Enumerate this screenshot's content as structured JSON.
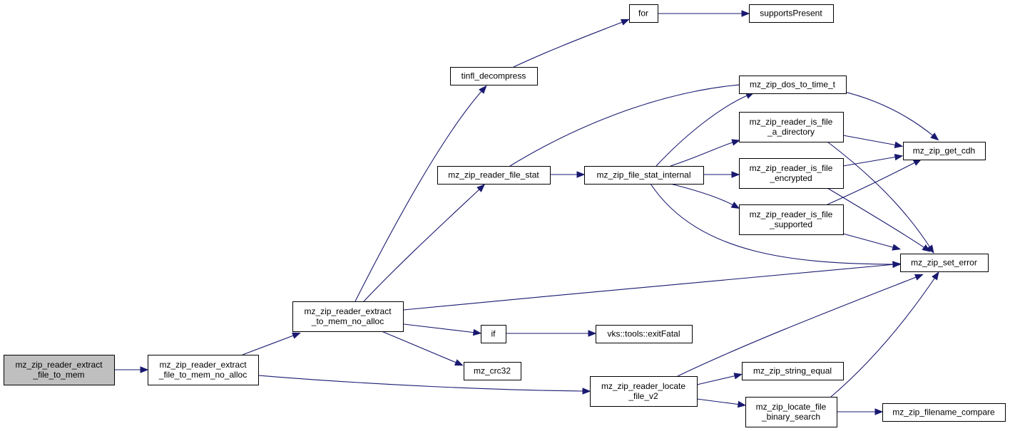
{
  "colors": {
    "edge": "#191970",
    "root_fill": "#bfbfbf",
    "node_fill": "#ffffff",
    "border": "#000000"
  },
  "nodes": {
    "root": {
      "lines": [
        "mz_zip_reader_extract",
        "_file_to_mem"
      ]
    },
    "noalloc": {
      "lines": [
        "mz_zip_reader_extract",
        "_file_to_mem_no_alloc"
      ]
    },
    "tomem": {
      "lines": [
        "mz_zip_reader_extract",
        "_to_mem_no_alloc"
      ]
    },
    "locate": {
      "lines": [
        "mz_zip_reader_locate",
        "_file_v2"
      ]
    },
    "tinfl": {
      "lines": [
        "tinfl_decompress"
      ]
    },
    "for": {
      "lines": [
        "for"
      ]
    },
    "supports": {
      "lines": [
        "supportsPresent"
      ]
    },
    "filestat": {
      "lines": [
        "mz_zip_reader_file_stat"
      ]
    },
    "statint": {
      "lines": [
        "mz_zip_file_stat_internal"
      ]
    },
    "dostime": {
      "lines": [
        "mz_zip_dos_to_time_t"
      ]
    },
    "isdir": {
      "lines": [
        "mz_zip_reader_is_file",
        "_a_directory"
      ]
    },
    "isenc": {
      "lines": [
        "mz_zip_reader_is_file",
        "_encrypted"
      ]
    },
    "issup": {
      "lines": [
        "mz_zip_reader_is_file",
        "_supported"
      ]
    },
    "getcdh": {
      "lines": [
        "mz_zip_get_cdh"
      ]
    },
    "seterr": {
      "lines": [
        "mz_zip_set_error"
      ]
    },
    "if": {
      "lines": [
        "if"
      ]
    },
    "exitfatal": {
      "lines": [
        "vks::tools::exitFatal"
      ]
    },
    "crc32": {
      "lines": [
        "mz_crc32"
      ]
    },
    "strequal": {
      "lines": [
        "mz_zip_string_equal"
      ]
    },
    "binsearch": {
      "lines": [
        "mz_zip_locate_file",
        "_binary_search"
      ]
    },
    "fncompare": {
      "lines": [
        "mz_zip_filename_compare"
      ]
    }
  },
  "edges": [
    [
      "root",
      "noalloc"
    ],
    [
      "noalloc",
      "tomem"
    ],
    [
      "noalloc",
      "locate"
    ],
    [
      "tomem",
      "tinfl"
    ],
    [
      "tomem",
      "filestat"
    ],
    [
      "tomem",
      "seterr"
    ],
    [
      "tomem",
      "if"
    ],
    [
      "tomem",
      "crc32"
    ],
    [
      "tinfl",
      "for"
    ],
    [
      "for",
      "supports"
    ],
    [
      "filestat",
      "getcdh"
    ],
    [
      "filestat",
      "statint"
    ],
    [
      "statint",
      "dostime"
    ],
    [
      "statint",
      "isdir"
    ],
    [
      "statint",
      "isenc"
    ],
    [
      "statint",
      "issup"
    ],
    [
      "statint",
      "seterr"
    ],
    [
      "isdir",
      "getcdh"
    ],
    [
      "isdir",
      "seterr"
    ],
    [
      "isenc",
      "getcdh"
    ],
    [
      "isenc",
      "seterr"
    ],
    [
      "issup",
      "getcdh"
    ],
    [
      "issup",
      "seterr"
    ],
    [
      "if",
      "exitfatal"
    ],
    [
      "locate",
      "seterr"
    ],
    [
      "locate",
      "strequal"
    ],
    [
      "locate",
      "binsearch"
    ],
    [
      "binsearch",
      "seterr"
    ],
    [
      "binsearch",
      "fncompare"
    ]
  ]
}
